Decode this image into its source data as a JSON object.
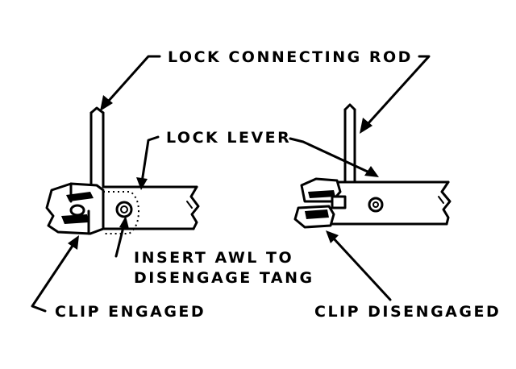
{
  "labels": {
    "lock_connecting_rod": "LOCK CONNECTING ROD",
    "lock_lever": "LOCK LEVER",
    "insert_awl_line1": "INSERT AWL TO",
    "insert_awl_line2": "DISENGAGE TANG",
    "clip_engaged": "CLIP ENGAGED",
    "clip_disengaged": "CLIP DISENGAGED"
  }
}
